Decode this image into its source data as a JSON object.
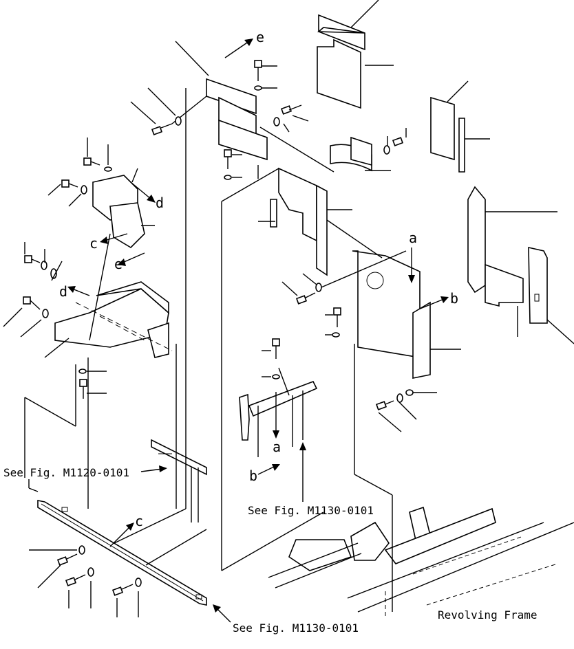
{
  "references": {
    "m1120_left": "See Fig. M1120-0101",
    "m1130_center": "See Fig. M1130-0101",
    "m1130_bottom": "See Fig. M1130-0101",
    "revolving_frame": "Revolving Frame"
  },
  "connection_markers": {
    "e_top": "e",
    "e_left": "e",
    "d_upper": "d",
    "d_left": "d",
    "c_left": "c",
    "c_bottom": "c",
    "a_upper": "a",
    "a_lower": "a",
    "b_right": "b",
    "b_lower": "b"
  }
}
